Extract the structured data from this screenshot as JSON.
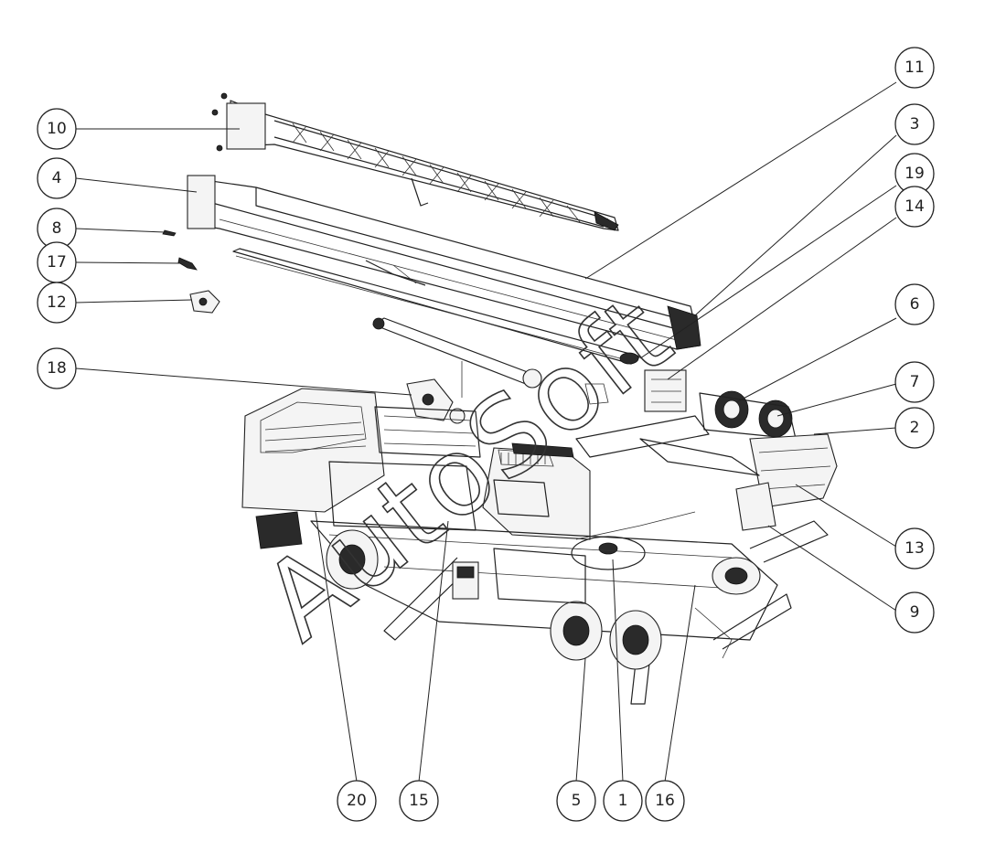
{
  "watermark": "AutoSoft",
  "callouts": [
    {
      "id": "c10",
      "label": "10"
    },
    {
      "id": "c4",
      "label": "4"
    },
    {
      "id": "c8",
      "label": "8"
    },
    {
      "id": "c17",
      "label": "17"
    },
    {
      "id": "c12",
      "label": "12"
    },
    {
      "id": "c18",
      "label": "18"
    },
    {
      "id": "c11",
      "label": "11"
    },
    {
      "id": "c3",
      "label": "3"
    },
    {
      "id": "c19",
      "label": "19"
    },
    {
      "id": "c14",
      "label": "14"
    },
    {
      "id": "c6",
      "label": "6"
    },
    {
      "id": "c7",
      "label": "7"
    },
    {
      "id": "c2",
      "label": "2"
    },
    {
      "id": "c13",
      "label": "13"
    },
    {
      "id": "c9",
      "label": "9"
    },
    {
      "id": "c20",
      "label": "20"
    },
    {
      "id": "c15",
      "label": "15"
    },
    {
      "id": "c5",
      "label": "5"
    },
    {
      "id": "c1",
      "label": "1"
    },
    {
      "id": "c16",
      "label": "16"
    }
  ]
}
